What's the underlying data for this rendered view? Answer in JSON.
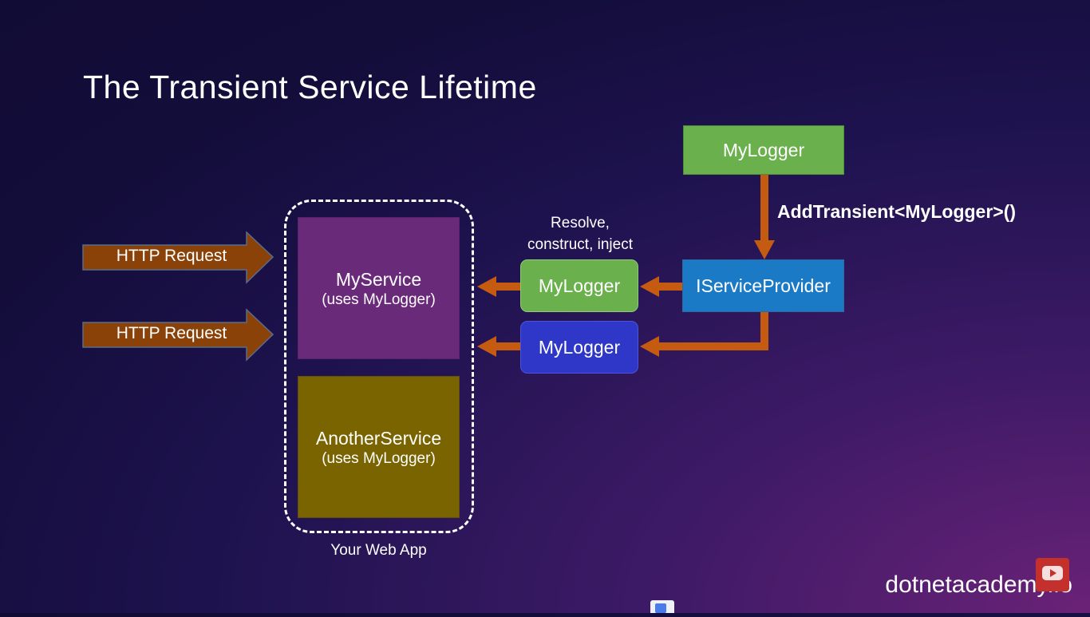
{
  "slide": {
    "title": "The Transient Service Lifetime"
  },
  "registration": {
    "service_box": "MyLogger",
    "method_label": "AddTransient<MyLogger>()",
    "provider_box": "IServiceProvider"
  },
  "resolution": {
    "label_line1": "Resolve,",
    "label_line2": "construct, inject",
    "instance_1": "MyLogger",
    "instance_2": "MyLogger"
  },
  "requests": [
    {
      "label": "HTTP Request"
    },
    {
      "label": "HTTP Request"
    }
  ],
  "web_app": {
    "label": "Your Web App",
    "services": [
      {
        "name": "MyService",
        "note": "(uses MyLogger)"
      },
      {
        "name": "AnotherService",
        "note": "(uses MyLogger)"
      }
    ]
  },
  "branding": {
    "site": "dotnetacademy.io"
  },
  "colors": {
    "arrow": "#c55a11",
    "logger_green": "#6ab04c",
    "provider_blue": "#1b7ac6",
    "instance_blue": "#2e37c8",
    "myservice_purple": "#6a2a7a",
    "anotherservice_olive": "#7a6400"
  }
}
